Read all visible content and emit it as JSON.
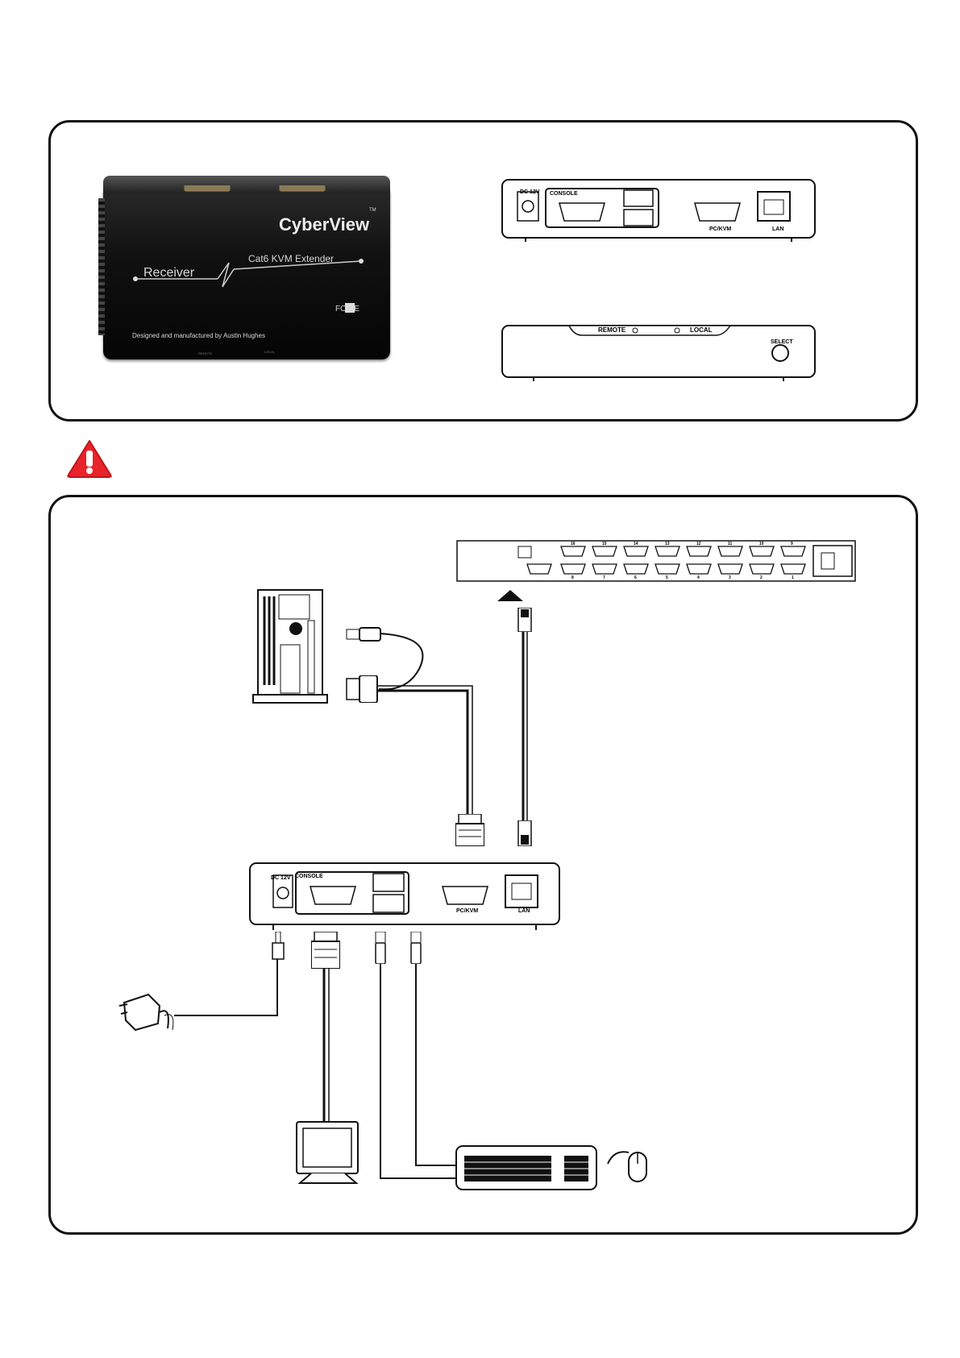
{
  "product_photo": {
    "brand": "CyberView",
    "tm": "TM",
    "receiver_label": "Receiver",
    "extender_label": "Cat6 KVM Extender",
    "manufacturer": "Designed and manufactured by Austin Hughes",
    "marks": "FC CE",
    "bottom_left": "REMOTE",
    "bottom_right": "LOCAL"
  },
  "rear_panel": {
    "dc_label": "DC 12V",
    "console_label": "CONSOLE",
    "pc_kvm_label": "PC/KVM",
    "lan_label": "LAN"
  },
  "front_panel": {
    "remote_label": "REMOTE",
    "local_label": "LOCAL",
    "select_label": "SELECT"
  },
  "kvm_switch": {
    "port_numbers_top": [
      "16",
      "15",
      "14",
      "13",
      "12",
      "11",
      "10",
      "9"
    ],
    "port_numbers_bottom": [
      "8",
      "7",
      "6",
      "5",
      "4",
      "3",
      "2",
      "1"
    ]
  },
  "colors": {
    "warning": "#e8232a",
    "line": "#111111"
  },
  "icons": [
    "warning-icon",
    "computer-tower-icon",
    "power-adapter-icon",
    "monitor-icon",
    "keyboard-icon",
    "mouse-icon"
  ]
}
